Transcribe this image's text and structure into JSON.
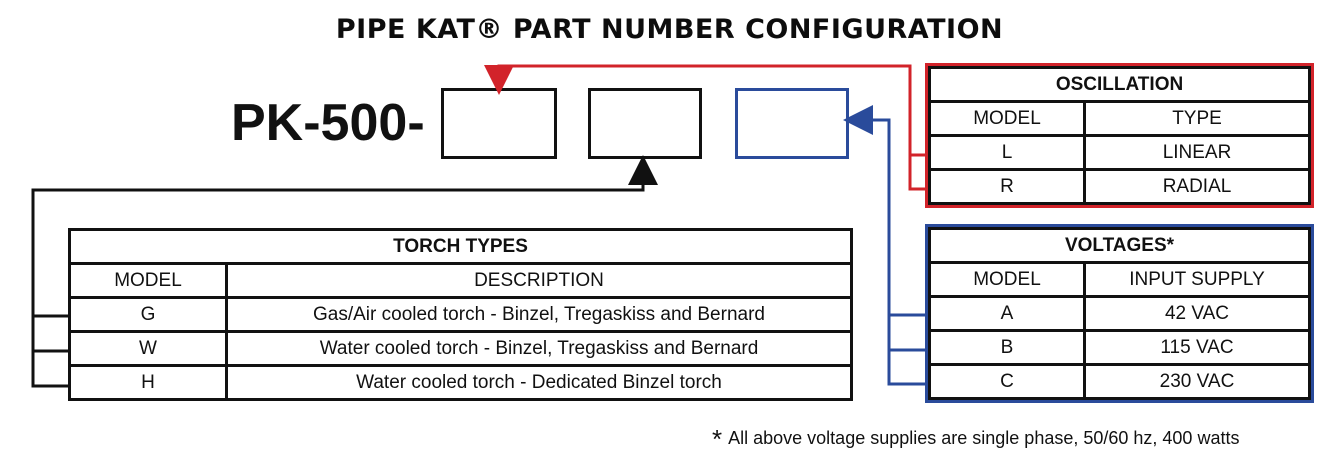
{
  "title": "PIPE KAT® PART NUMBER CONFIGURATION",
  "prefix": "PK-500-",
  "colors": {
    "oscillation": "#d2232a",
    "voltages": "#2a4b9b",
    "torch": "#111111"
  },
  "oscillation": {
    "title": "OSCILLATION",
    "headers": [
      "MODEL",
      "TYPE"
    ],
    "rows": [
      [
        "L",
        "LINEAR"
      ],
      [
        "R",
        "RADIAL"
      ]
    ]
  },
  "voltages": {
    "title": "VOLTAGES*",
    "headers": [
      "MODEL",
      "INPUT SUPPLY"
    ],
    "rows": [
      [
        "A",
        "42 VAC"
      ],
      [
        "B",
        "115 VAC"
      ],
      [
        "C",
        "230 VAC"
      ]
    ]
  },
  "torch_types": {
    "title": "TORCH TYPES",
    "headers": [
      "MODEL",
      "DESCRIPTION"
    ],
    "rows": [
      [
        "G",
        "Gas/Air cooled torch - Binzel, Tregaskiss and Bernard"
      ],
      [
        "W",
        "Water cooled torch - Binzel, Tregaskiss and Bernard"
      ],
      [
        "H",
        "Water cooled torch - Dedicated Binzel torch"
      ]
    ]
  },
  "footnote": {
    "marker": "*",
    "text": "All above voltage supplies are single phase, 50/60 hz, 400 watts"
  }
}
